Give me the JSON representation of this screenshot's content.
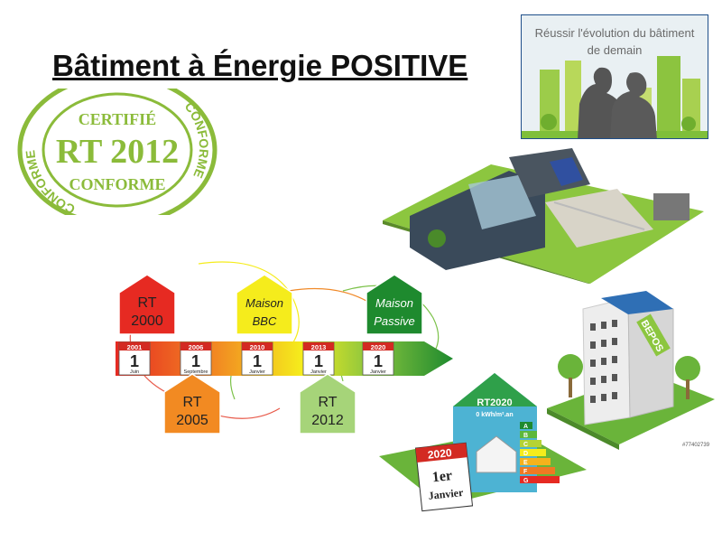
{
  "title": "Bâtiment à Énergie POSITIVE",
  "promo": {
    "line1": "Réussir l'évolution du bâtiment",
    "line2": "de demain"
  },
  "stamp": {
    "line1": "CERTIFIÉ",
    "line2": "RT 2012",
    "line3": "CONFORME",
    "ring_text": "CONFORME"
  },
  "timeline": {
    "houses": [
      {
        "l1": "RT",
        "l2": "2000",
        "color": "#e62a22"
      },
      {
        "l1": "RT",
        "l2": "2005",
        "color": "#f28a22"
      },
      {
        "l1": "Maison",
        "l2": "BBC",
        "color": "#f5ec1c"
      },
      {
        "l1": "RT",
        "l2": "2012",
        "color": "#a6d479"
      },
      {
        "l1": "Maison",
        "l2": "Passive",
        "color": "#1e8a2e"
      }
    ],
    "calendars": [
      {
        "year": "2001",
        "day": "1",
        "month": "Juin"
      },
      {
        "year": "2006",
        "day": "1",
        "month": "Septembre"
      },
      {
        "year": "2010",
        "day": "1",
        "month": "Janvier"
      },
      {
        "year": "2013",
        "day": "1",
        "month": "Janvier"
      },
      {
        "year": "2020",
        "day": "1",
        "month": "Janvier"
      }
    ]
  },
  "tower": {
    "label": "BEPOS",
    "code": "#77402739"
  },
  "energy": {
    "title": "RT2020",
    "unit": "0 kWh/m².an",
    "classes": [
      "A",
      "B",
      "C",
      "D",
      "E",
      "F",
      "G"
    ],
    "cal_year": "2020",
    "cal_day": "1er",
    "cal_month": "Janvier"
  }
}
